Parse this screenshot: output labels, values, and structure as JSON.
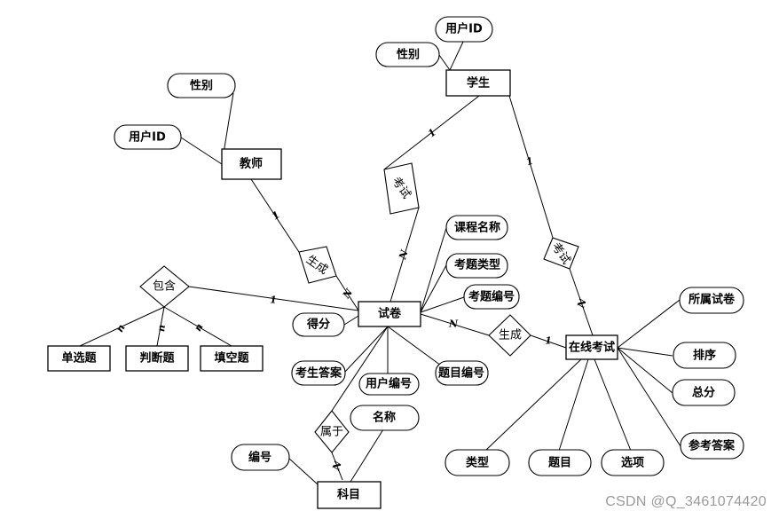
{
  "entities": {
    "student": "学生",
    "teacher": "教师",
    "paper": "试卷",
    "online_exam": "在线考试",
    "subject": "科目",
    "single_choice": "单选题",
    "true_false": "判断题",
    "fill_blank": "填空题"
  },
  "relationships": {
    "exam_student_paper": "考试",
    "exam_student_online": "考试",
    "generate_teacher_paper": "生成",
    "generate_paper_online": "生成",
    "contain": "包含",
    "belong": "属于"
  },
  "attributes": {
    "student_id": "用户ID",
    "student_gender": "性别",
    "teacher_gender": "性别",
    "teacher_id": "用户ID",
    "course_name": "课程名称",
    "question_type": "考题类型",
    "question_no": "考题编号",
    "score": "得分",
    "student_answer": "考生答案",
    "user_no": "用户编号",
    "item_no": "题目编号",
    "subject_name": "名称",
    "subject_no": "编号",
    "belong_paper": "所属试卷",
    "order": "排序",
    "total_score": "总分",
    "reference_answer": "参考答案",
    "type": "类型",
    "item": "题目",
    "options": "选项"
  },
  "cardinalities": {
    "student_exam1": "1",
    "paper_exam1": "N",
    "student_exam2": "1",
    "online_exam2": "N",
    "teacher_gen": "1",
    "paper_gen": "N",
    "paper_gen2": "N",
    "online_gen2": "1",
    "contain_paper": "1",
    "contain_single": "n",
    "contain_tf": "n",
    "contain_fill": "n",
    "belong_subject": "N"
  },
  "watermark": "CSDN @Q_3461074420"
}
